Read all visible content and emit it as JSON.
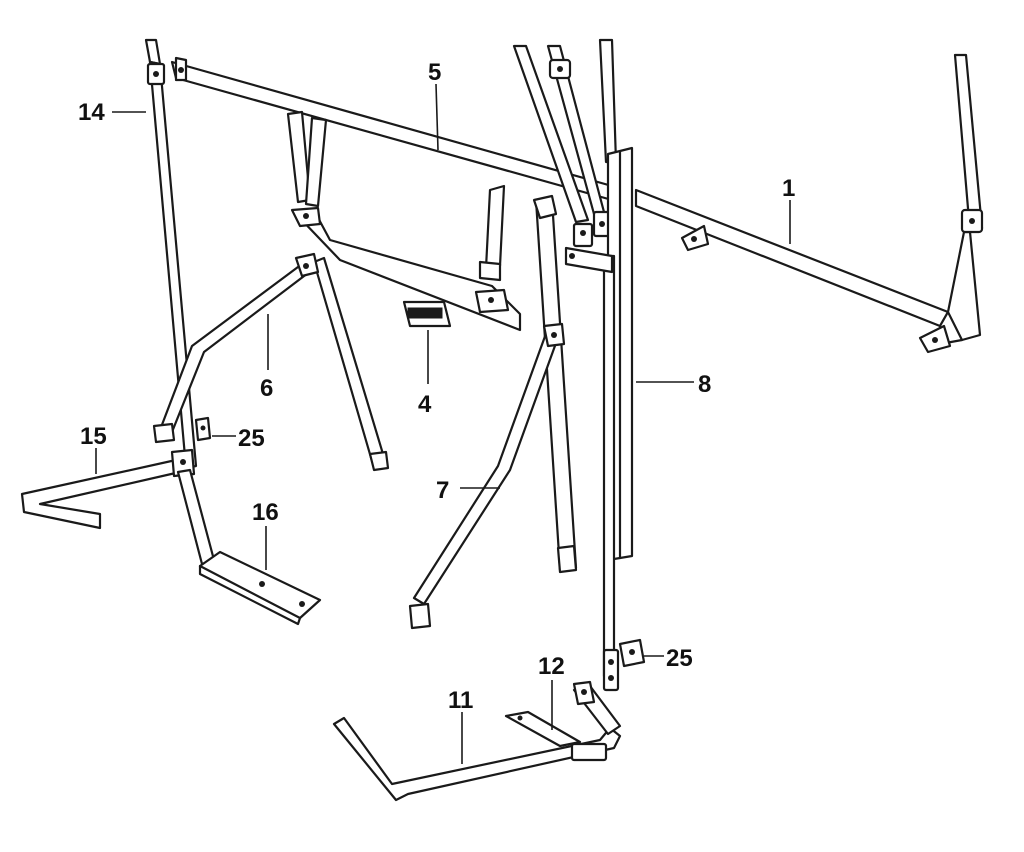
{
  "callouts": {
    "part_1": "1",
    "part_4": "4",
    "part_5": "5",
    "part_6": "6",
    "part_7": "7",
    "part_8": "8",
    "part_11": "11",
    "part_12": "12",
    "part_14": "14",
    "part_15": "15",
    "part_16": "16",
    "part_25_left": "25",
    "part_25_right": "25"
  },
  "colors": {
    "line": "#1a1a1a",
    "background": "#ffffff"
  }
}
